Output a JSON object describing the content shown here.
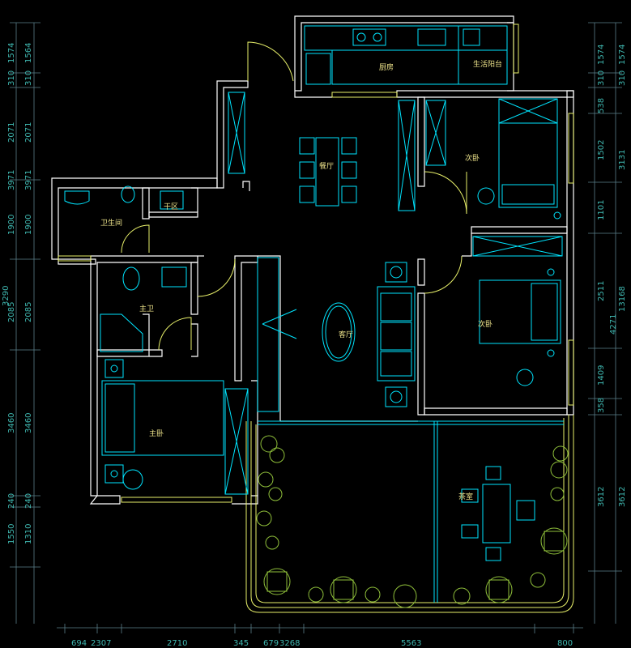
{
  "rooms": {
    "kitchen": "厨房",
    "service_balcony": "生活阳台",
    "dining": "餐厅",
    "second_bedroom_top": "次卧",
    "washroom": "卫生间",
    "dry_area": "干区",
    "master_bath": "主卫",
    "living": "客厅",
    "second_bedroom_mid": "次卧",
    "master_bedroom": "主卧",
    "tea_room": "茶室"
  },
  "left_dims_outer": [
    "1574",
    "310",
    "2071",
    "3971",
    "1900",
    "3290",
    "2085",
    "3460",
    "240",
    "1550"
  ],
  "left_dims_inner": [
    "1564",
    "310",
    "2071",
    "3971",
    "1900",
    "2085",
    "3460",
    "240",
    "1310"
  ],
  "right_dims_inner": [
    "1574",
    "310",
    "538",
    "1502",
    "1101",
    "2511",
    "1409",
    "358",
    "3612"
  ],
  "right_dims_outer": [
    "1574",
    "310",
    "3131",
    "13168",
    "4271",
    "3612"
  ],
  "bottom_dims": [
    "694",
    "2307",
    "2710",
    "345",
    "679",
    "3268",
    "5563",
    "800"
  ]
}
